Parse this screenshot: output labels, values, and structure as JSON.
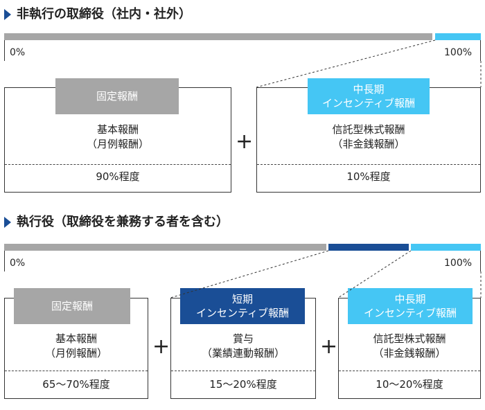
{
  "colors": {
    "fixed": "#a6a6a6",
    "short_term": "#1a4e96",
    "long_term": "#45c6f4",
    "accent": "#1a4e96"
  },
  "section1": {
    "title": "非執行の取締役（社内・社外）",
    "tick_start": "0%",
    "tick_end": "100%",
    "bar": [
      {
        "name": "固定報酬",
        "share": 0.9
      },
      {
        "name": "中長期インセンティブ報酬",
        "share": 0.1
      }
    ],
    "boxes": [
      {
        "label_lines": [
          "固定報酬"
        ],
        "body_lines": [
          "基本報酬",
          "（月例報酬）"
        ],
        "foot": "90%程度"
      },
      {
        "label_lines": [
          "中長期",
          "インセンティブ報酬"
        ],
        "body_lines": [
          "信託型株式報酬",
          "（非金銭報酬）"
        ],
        "foot": "10%程度"
      }
    ],
    "operators": [
      "+"
    ]
  },
  "section2": {
    "title": "執行役（取締役を兼務する者を含む）",
    "tick_start": "0%",
    "tick_end": "100%",
    "bar": [
      {
        "name": "固定報酬",
        "share": 0.675
      },
      {
        "name": "短期インセンティブ報酬",
        "share": 0.175
      },
      {
        "name": "中長期インセンティブ報酬",
        "share": 0.15
      }
    ],
    "boxes": [
      {
        "label_lines": [
          "固定報酬"
        ],
        "body_lines": [
          "基本報酬",
          "（月例報酬）"
        ],
        "foot": "65〜70%程度"
      },
      {
        "label_lines": [
          "短期",
          "インセンティブ報酬"
        ],
        "body_lines": [
          "賞与",
          "（業績連動報酬）"
        ],
        "foot": "15〜20%程度"
      },
      {
        "label_lines": [
          "中長期",
          "インセンティブ報酬"
        ],
        "body_lines": [
          "信託型株式報酬",
          "（非金銭報酬）"
        ],
        "foot": "10〜20%程度"
      }
    ],
    "operators": [
      "+",
      "+"
    ]
  }
}
